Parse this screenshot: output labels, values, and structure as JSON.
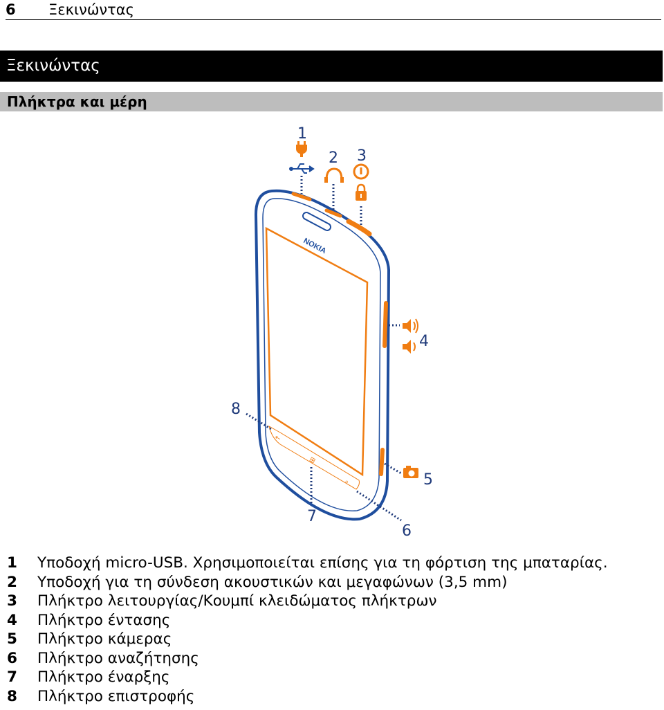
{
  "header": {
    "page_number": "6",
    "title": "Ξεκινώντας"
  },
  "chapter": {
    "title": "Ξεκινώντας"
  },
  "section": {
    "title": "Πλήκτρα και μέρη"
  },
  "figure": {
    "brand": "NOKIA",
    "callouts": [
      "1",
      "2",
      "3",
      "4",
      "5",
      "6",
      "7",
      "8"
    ],
    "colors": {
      "accent": "#f07d12",
      "outline": "#1f4e9e",
      "dots": "#1f3a7a"
    },
    "icons": [
      "charger-icon",
      "usb-icon",
      "headphones-icon",
      "power-icon",
      "lock-icon",
      "volume-up-icon",
      "volume-down-icon",
      "camera-icon",
      "back-icon",
      "start-icon",
      "search-icon"
    ]
  },
  "legend": [
    {
      "num": "1",
      "text": "Υποδοχή micro-USB. Χρησιμοποιείται επίσης για τη φόρτιση της μπαταρίας."
    },
    {
      "num": "2",
      "text": "Υποδοχή για τη σύνδεση ακουστικών και μεγαφώνων (3,5 mm)"
    },
    {
      "num": "3",
      "text": "Πλήκτρο λειτουργίας/Κουμπί κλειδώματος πλήκτρων"
    },
    {
      "num": "4",
      "text": "Πλήκτρο έντασης"
    },
    {
      "num": "5",
      "text": "Πλήκτρο κάμερας"
    },
    {
      "num": "6",
      "text": "Πλήκτρο αναζήτησης"
    },
    {
      "num": "7",
      "text": "Πλήκτρο έναρξης"
    },
    {
      "num": "8",
      "text": "Πλήκτρο επιστροφής"
    }
  ]
}
